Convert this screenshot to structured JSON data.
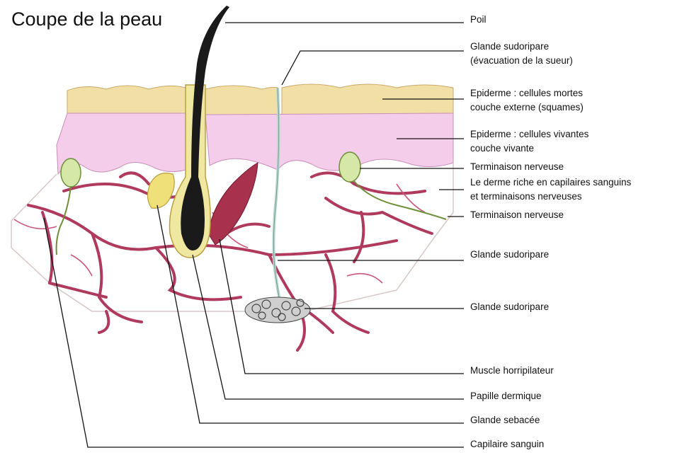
{
  "title": "Coupe de la peau",
  "labels": {
    "poil": "Poil",
    "glande_sudoripare_evac": [
      "Glande sudoripare",
      "(évacuation de la sueur)"
    ],
    "epiderme_mortes": [
      "Epiderme : cellules mortes",
      "couche externe (squames)"
    ],
    "epiderme_vivantes": [
      "Epiderme : cellules vivantes",
      "couche vivante"
    ],
    "terminaison_1": "Terminaison nerveuse",
    "derme": [
      "Le derme riche en capilaires sanguins",
      "et terminaisons nerveuses"
    ],
    "terminaison_2": "Terminaison nerveuse",
    "glande_sudoripare_1": "Glande sudoripare",
    "glande_sudoripare_2": "Glande sudoripare",
    "muscle": "Muscle horripilateur",
    "papille": "Papille dermique",
    "sebacee": "Glande sebacée",
    "capilaire": "Capilaire sanguin"
  },
  "colors": {
    "squames": "#f2dfa6",
    "epiderme_vivant": "#f3cdea",
    "capillaire": "#b03a5e",
    "nerf": "#6f8f3a",
    "poil": "#1a1a1a",
    "muscle": "#a8324e",
    "sebacee": "#f0e07a",
    "sudoripare": "#b8d8d0"
  }
}
